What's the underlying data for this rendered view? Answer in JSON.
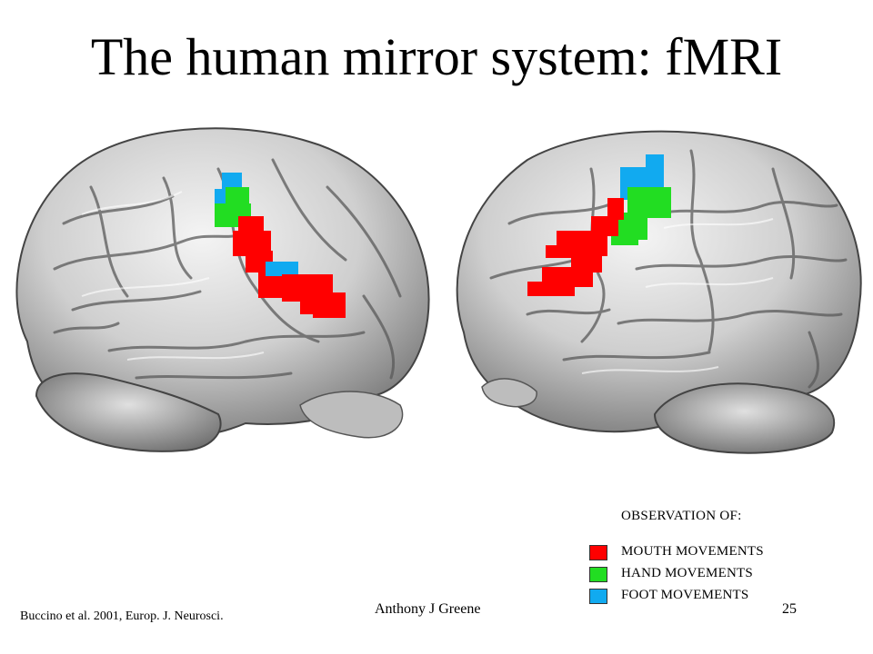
{
  "slide": {
    "title": "The human mirror system: fMRI",
    "legend": {
      "heading": "OBSERVATION OF:",
      "items": [
        {
          "label": "MOUTH MOVEMENTS",
          "color": "#ff0000"
        },
        {
          "label": "HAND MOVEMENTS",
          "color": "#22dd22"
        },
        {
          "label": "FOOT MOVEMENTS",
          "color": "#11aaf0"
        }
      ]
    },
    "citation": "Buccino et al. 2001, Europ. J. Neurosci.",
    "author": "Anthony J Greene",
    "page_number": "25",
    "colors": {
      "mouth": "#ff0000",
      "hand": "#22dd22",
      "foot": "#11aaf0",
      "brain_light": "#e6e6e6",
      "brain_shadow": "#555555"
    }
  }
}
